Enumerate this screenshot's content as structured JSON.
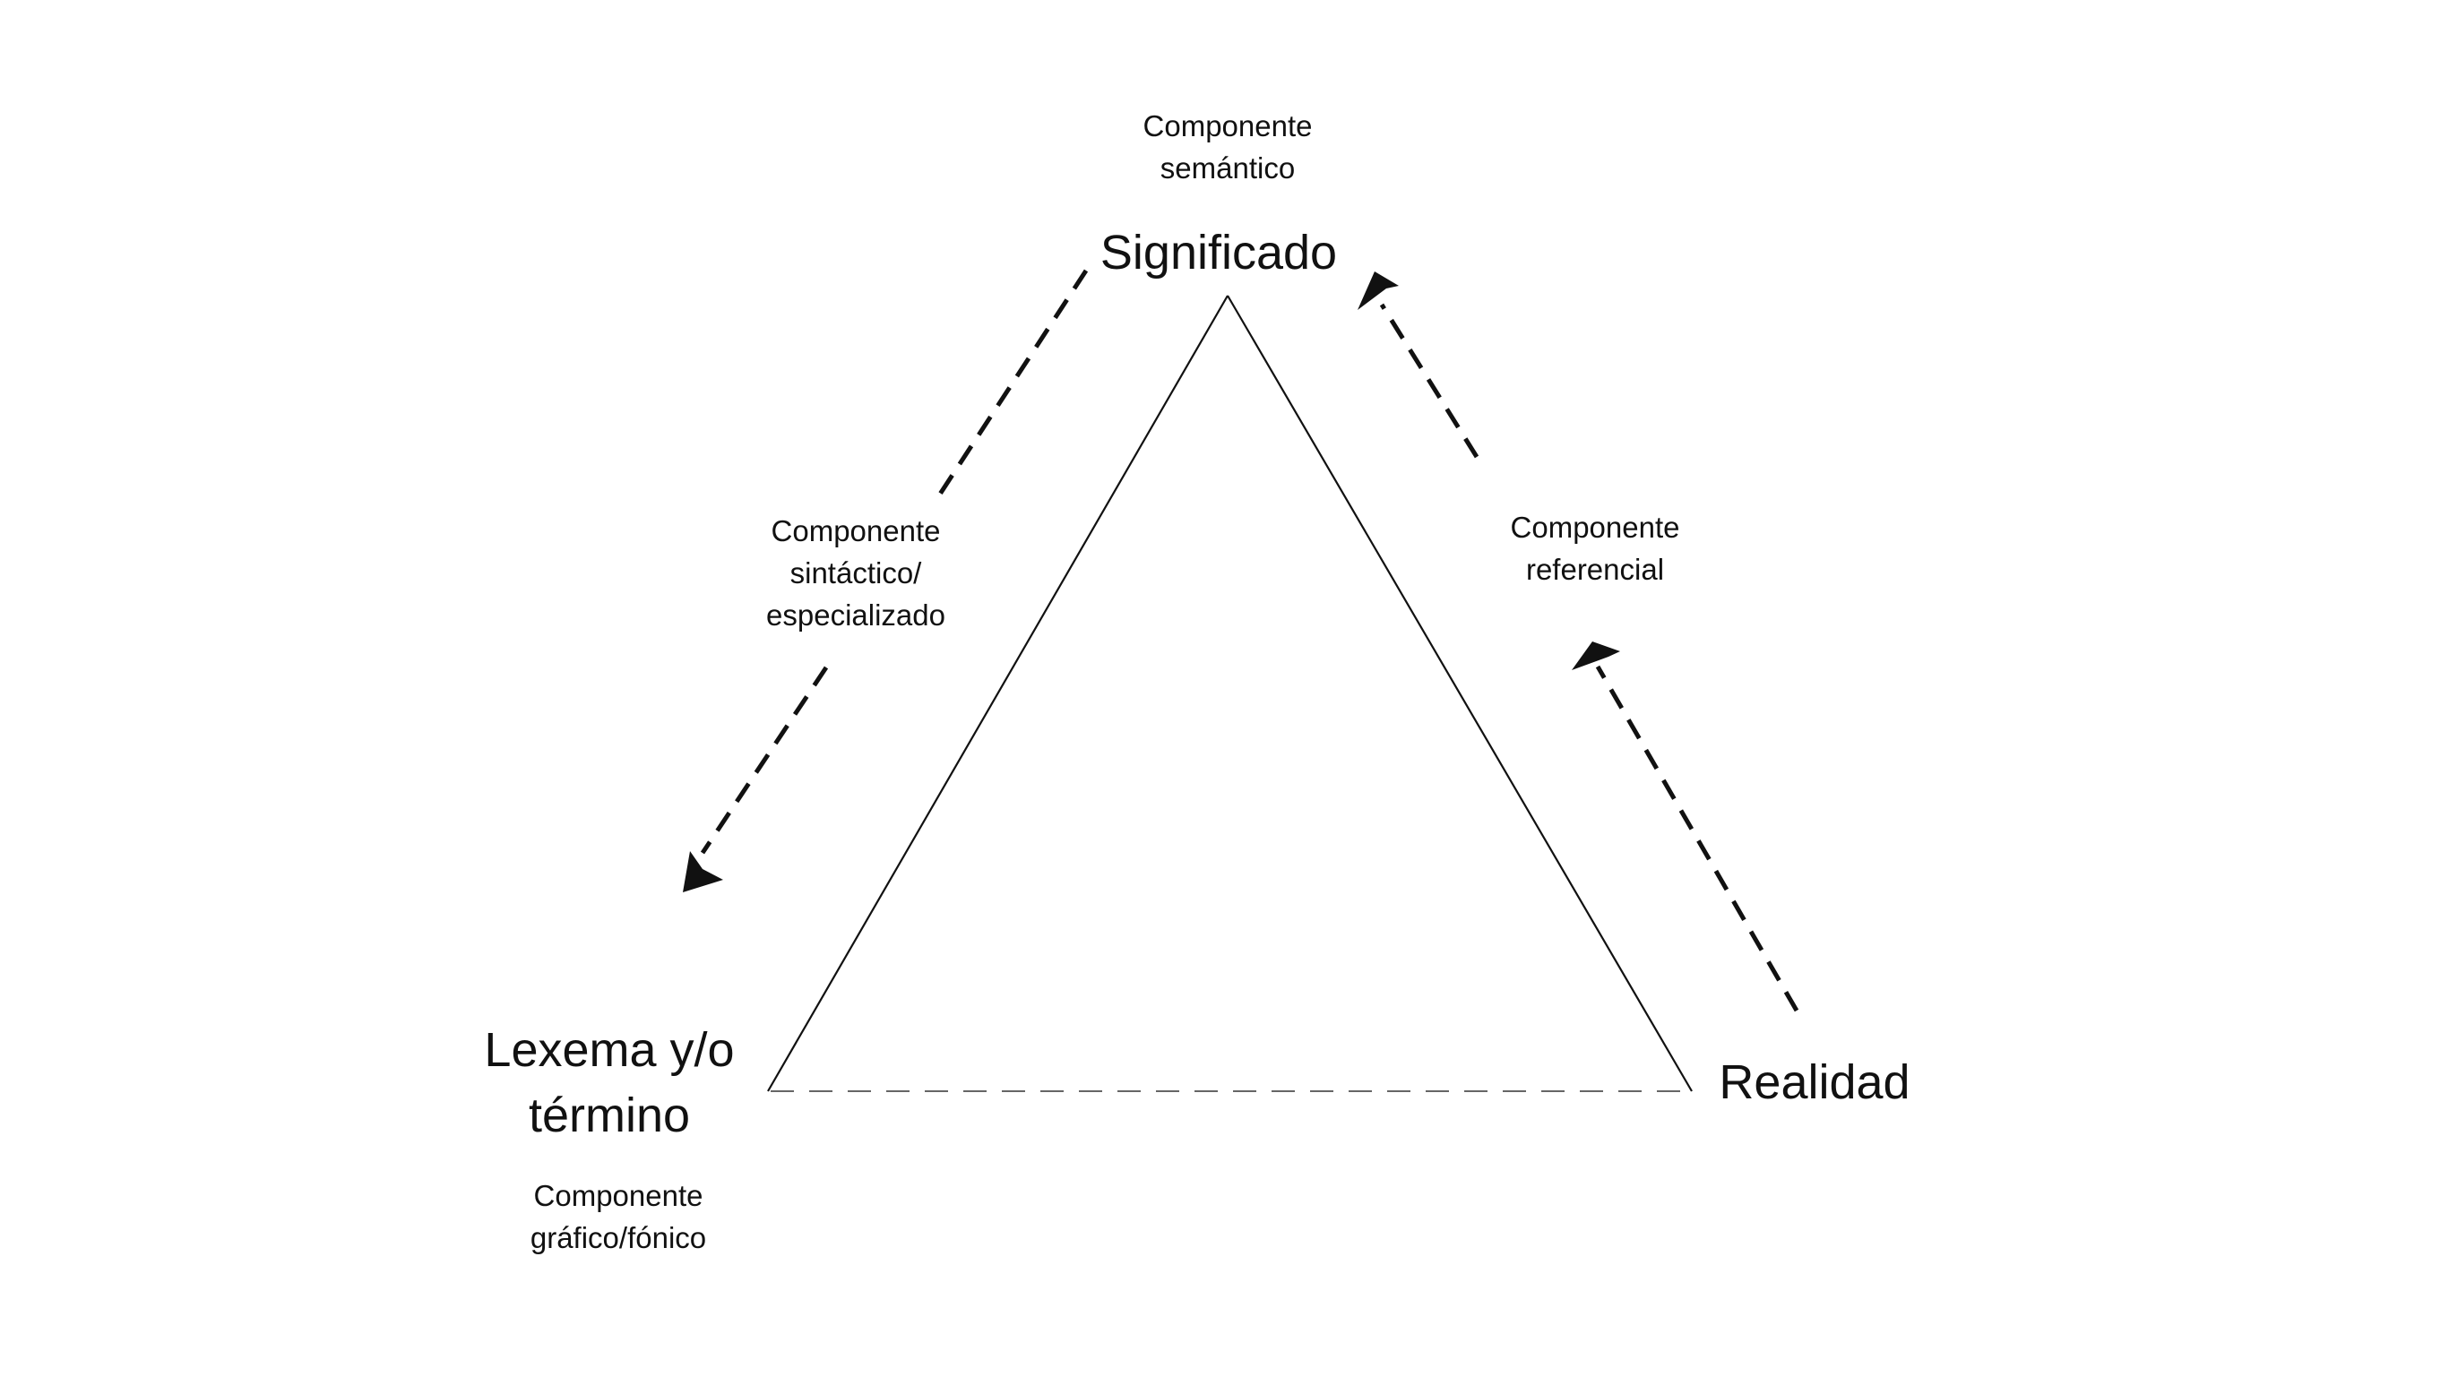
{
  "diagram": {
    "nodes": {
      "significado": {
        "title": "Significado",
        "component_lines": [
          "Componente",
          "semántico"
        ]
      },
      "lexema": {
        "title_lines": [
          "Lexema y/o",
          "término"
        ],
        "component_lines": [
          "Componente",
          "gráfico/fónico"
        ]
      },
      "realidad": {
        "title": "Realidad"
      }
    },
    "edges": {
      "left": {
        "label_lines": [
          "Componente",
          "sintáctico/",
          "especializado"
        ],
        "direction": "from-significado-to-lexema"
      },
      "right": {
        "label_lines": [
          "Componente",
          "referencial"
        ],
        "direction": "from-realidad-to-significado"
      },
      "base": {
        "style": "dashed"
      }
    },
    "colors": {
      "line": "#111111",
      "arrow": "#111111",
      "base_dash": "#666666"
    }
  }
}
